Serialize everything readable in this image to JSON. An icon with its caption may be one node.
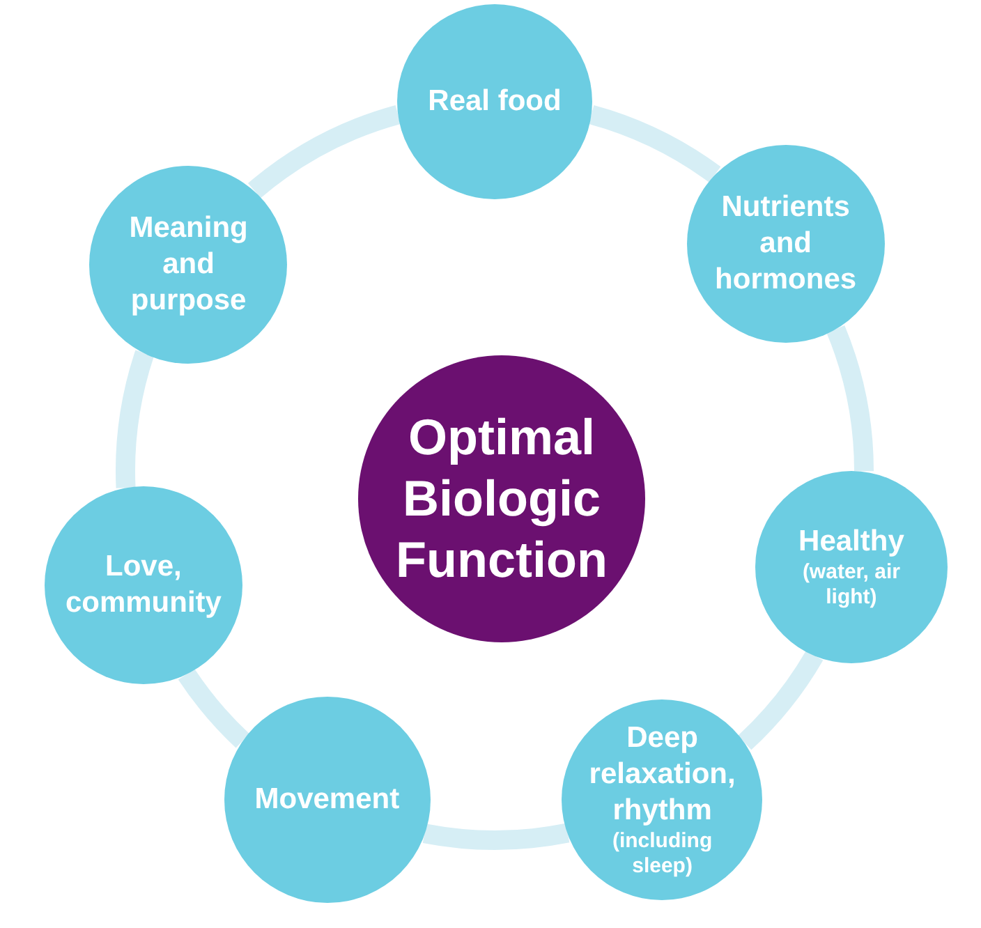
{
  "diagram": {
    "nodes": [
      {
        "text": [
          "Optimal Biologic Function"
        ]
      },
      {
        "text": [
          "Real food"
        ]
      },
      {
        "text": [
          "Nutrients and hormones"
        ]
      },
      {
        "text": [
          "Healthy",
          "(water, air light)"
        ]
      },
      {
        "text": [
          "Deep relaxation, rhythm",
          "(including sleep)"
        ]
      },
      {
        "text": [
          "Movement"
        ]
      },
      {
        "text": [
          "Love, community"
        ]
      },
      {
        "text": [
          "Meaning and purpose"
        ]
      }
    ],
    "edges": [
      {
        "from": 1,
        "to": 2,
        "arrow": "none"
      },
      {
        "from": 2,
        "to": 3,
        "arrow": "none"
      },
      {
        "from": 3,
        "to": 4,
        "arrow": "none"
      },
      {
        "from": 4,
        "to": 5,
        "arrow": "none"
      },
      {
        "from": 5,
        "to": 6,
        "arrow": "none"
      },
      {
        "from": 6,
        "to": 7,
        "arrow": "none"
      },
      {
        "from": 7,
        "to": 1,
        "arrow": "none"
      }
    ]
  }
}
